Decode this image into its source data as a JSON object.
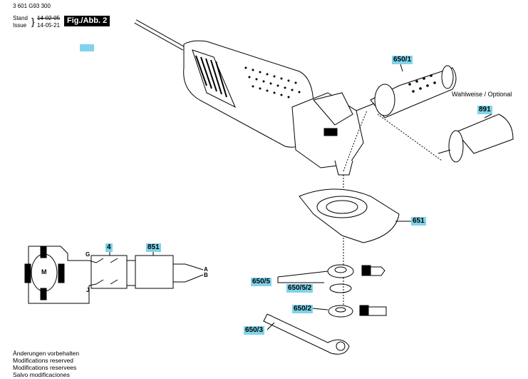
{
  "header": {
    "part_number": "3 601 G93 300",
    "stand_label": "Stand",
    "issue_label": "Issue",
    "stand_date": "14-02-05",
    "issue_date": "14-05-21",
    "figure_tag": "Fig./Abb. 2"
  },
  "optional_note": "Wahlweise / Optional",
  "parts": {
    "p650_1": "650/1",
    "p891": "891",
    "p651": "651",
    "p650_5": "650/5",
    "p650_5_2": "650/5/2",
    "p650_2": "650/2",
    "p650_3": "650/3"
  },
  "wiring": {
    "switch_label": "4",
    "module_label": "851",
    "motor_label": "M",
    "terminal_g": "G",
    "terminal_j": "J",
    "out_a": "A",
    "out_b": "B"
  },
  "footer": [
    "Änderungen vorbehalten",
    "Modifications reserved",
    "Modifications reservees",
    "Salvo modificaciones"
  ],
  "colors": {
    "label_bg": "#7fd3ea",
    "line": "#000000"
  }
}
